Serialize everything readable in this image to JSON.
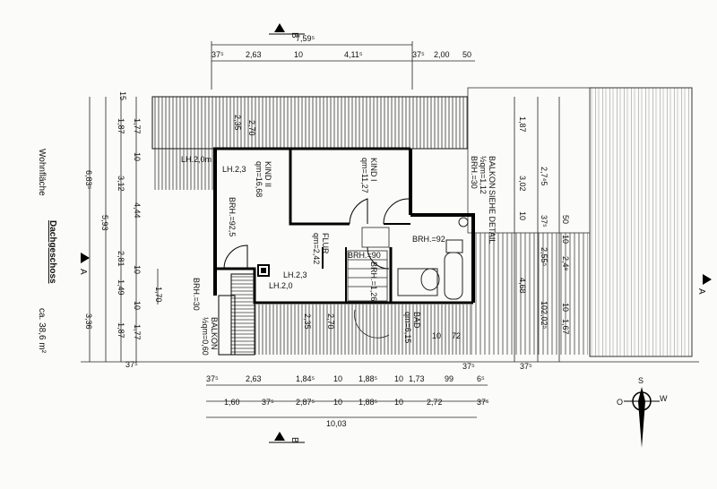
{
  "sheet": {
    "floor_label": "Dachgeschoss",
    "area_label": "Wohnfläche",
    "area_value": "ca. 38,6 m²"
  },
  "rooms": {
    "kind2": {
      "name": "KIND II",
      "area": "qm=16,68"
    },
    "kind1": {
      "name": "KIND I",
      "area": "qm=11,27"
    },
    "flur": {
      "name": "FLUR",
      "area": "qm=2,42"
    },
    "bad": {
      "name": "BAD",
      "area": "qm=6,15"
    },
    "balkon_right": {
      "name": "BALKON",
      "area": "½qm=1,12",
      "note": "SIEHE DETAIL",
      "brh": "BRH.=30"
    },
    "balkon_left": {
      "name": "BALKON",
      "area": "½qm=0,60",
      "brh": "BRH.=30"
    }
  },
  "annotations": {
    "lh_20_top": "LH.2,0m",
    "lh_23_top": "LH.2,3",
    "lh_23_bottom": "LH.2,3",
    "lh_20_bottom": "LH.2,0",
    "brh_925": "BRH.=92,5",
    "brh_92": "BRH.=92",
    "brh_90": "BRH.=90",
    "brh_126": "BRH.=1,26"
  },
  "section_markers": {
    "top": "B",
    "bottom": "B",
    "left": "A",
    "right": "A"
  },
  "dimensions": {
    "top_total": "7,59⁵",
    "top_row": [
      "37⁵",
      "2,63",
      "10",
      "4,11⁵",
      "37⁵",
      "2,00",
      "50"
    ],
    "bottom_row1": [
      "37⁵",
      "2,63",
      "1,84⁵",
      "10",
      "1,88⁵",
      "10",
      "1,73",
      "99",
      "6⁵"
    ],
    "bottom_row2": [
      "1,60",
      "37⁵",
      "2,87⁵",
      "10",
      "1,88⁵",
      "10",
      "2,72",
      "37⁵"
    ],
    "bottom_total": "10,03",
    "left_outer": [
      "15",
      "6,83⁵",
      "3,36"
    ],
    "left_mid": [
      "5,93",
      "37⁵"
    ],
    "left_inner": [
      "1,87",
      "3,12",
      "2,81",
      "1,49",
      "1,87"
    ],
    "left_innermost": [
      "1,77",
      "10",
      "4,44",
      "10",
      "1,70",
      "10",
      "1,77"
    ],
    "left_stair": "2,35",
    "left_stair2": "2,70",
    "right_col1": [
      "1,87",
      "3,02",
      "2,4⁸",
      "4,68",
      "1,67"
    ],
    "right_col2": [
      "2,7⁴5",
      "10",
      "37⁵",
      "2,55⁵",
      "10",
      "2,02⁵"
    ],
    "right_small": [
      "50",
      "10",
      "10"
    ],
    "right_bottom": [
      "37⁵",
      "37⁵"
    ],
    "inner_dims": [
      "2,35",
      "2,70",
      "10",
      "72"
    ]
  }
}
